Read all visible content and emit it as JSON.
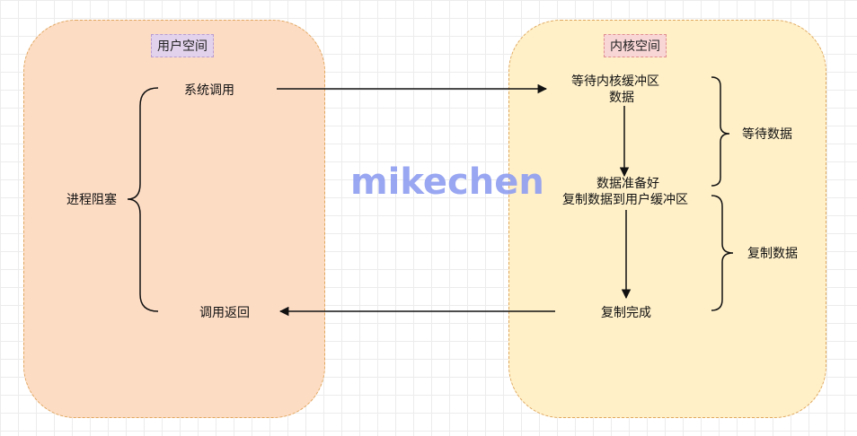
{
  "user_space": {
    "label": "用户空间",
    "syscall": "系统调用",
    "blocked": "进程阻塞",
    "return": "调用返回"
  },
  "kernel_space": {
    "label": "内核空间",
    "wait_buffer_line1": "等待内核缓冲区",
    "wait_buffer_line2": "数据",
    "data_ready": "数据准备好",
    "copy_to_user": "复制数据到用户缓冲区",
    "copy_done": "复制完成"
  },
  "phases": {
    "wait_data": "等待数据",
    "copy_data": "复制数据"
  },
  "watermark": "mikechen",
  "colors": {
    "user_bg": "#fddcc4",
    "kernel_bg": "#fff0c8",
    "panel_border": "#e0a860",
    "watermark": "#8e9df0"
  }
}
